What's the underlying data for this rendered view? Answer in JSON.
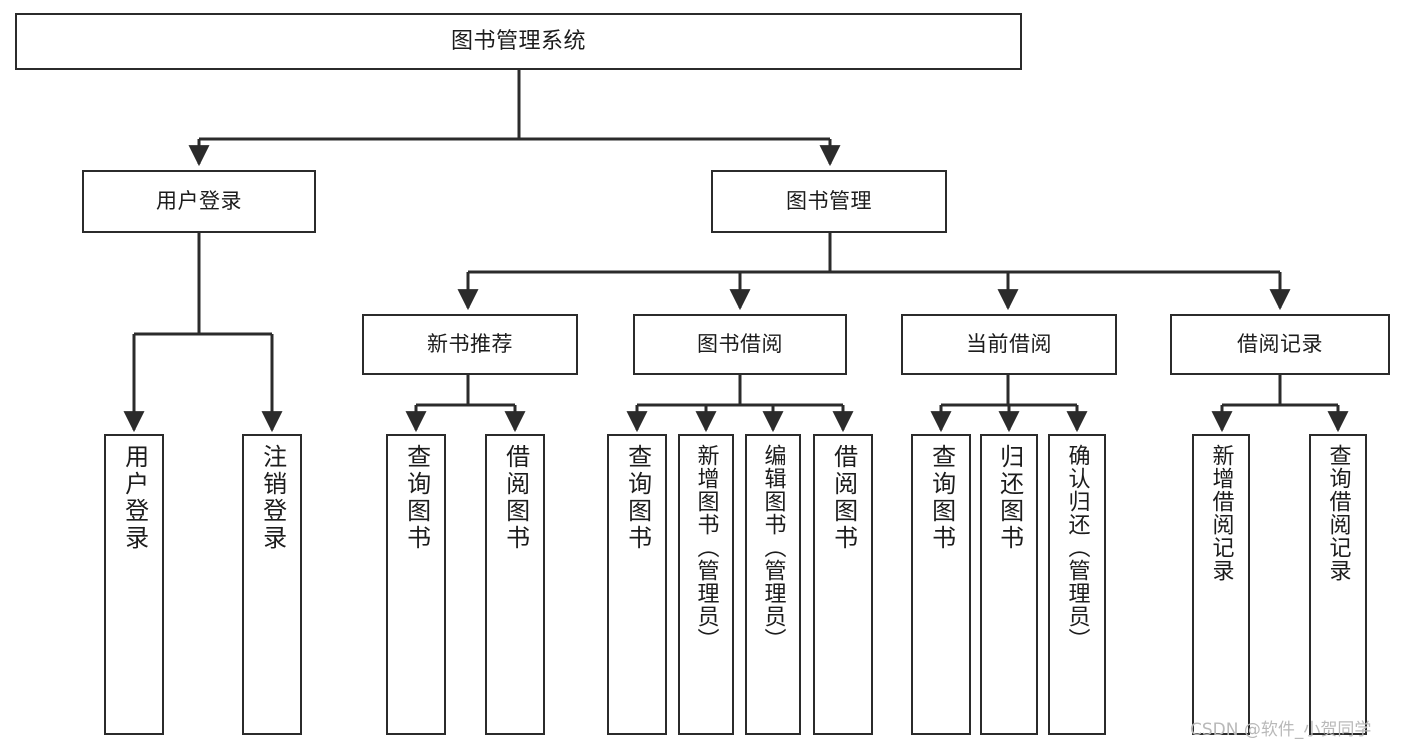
{
  "diagram": {
    "type": "tree",
    "title": "图书管理系统",
    "orientation": "top-down",
    "colors": {
      "border": "#2b2b2b",
      "box_fill": "#ffffff",
      "text": "#1c1c1c",
      "edge": "#333333",
      "watermark": "#b9b9b9",
      "background": "#ffffff"
    }
  },
  "root": {
    "label": "图书管理系统"
  },
  "level2": [
    {
      "label": "用户登录"
    },
    {
      "label": "图书管理"
    }
  ],
  "level3": [
    {
      "label": "新书推荐"
    },
    {
      "label": "图书借阅"
    },
    {
      "label": "当前借阅"
    },
    {
      "label": "借阅记录"
    }
  ],
  "leaves": {
    "user_login": [
      {
        "label": "用户登录"
      },
      {
        "label": "注销登录"
      }
    ],
    "new_book": [
      {
        "label": "查询图书"
      },
      {
        "label": "借阅图书"
      }
    ],
    "book_borrow": [
      {
        "label": "查询图书"
      },
      {
        "label": "新增图书（管理员）"
      },
      {
        "label": "编辑图书（管理员）"
      },
      {
        "label": "借阅图书"
      }
    ],
    "current_borrow": [
      {
        "label": "查询图书"
      },
      {
        "label": "归还图书"
      },
      {
        "label": "确认归还（管理员）"
      }
    ],
    "borrow_record": [
      {
        "label": "新增借阅记录"
      },
      {
        "label": "查询借阅记录"
      }
    ]
  },
  "watermark": {
    "text": "CSDN @软件_小贺同学"
  }
}
